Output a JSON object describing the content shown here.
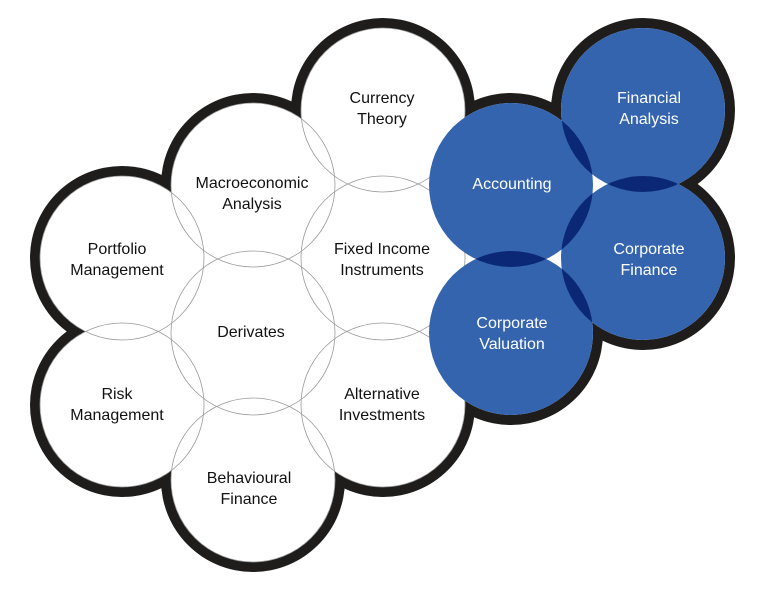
{
  "colors": {
    "border": "#1e1d1c",
    "blue": "#3464ae",
    "overlap": "#0b2a78",
    "white": "#ffffff"
  },
  "topics": {
    "currency_theory": [
      "Currency",
      "Theory"
    ],
    "macroeconomic_analysis": [
      "Macroeconomic",
      "Analysis"
    ],
    "portfolio_management": [
      "Portfolio",
      "Management"
    ],
    "fixed_income": [
      "Fixed Income",
      "Instruments"
    ],
    "derivates": [
      "Derivates"
    ],
    "risk_management": [
      "Risk",
      "Management"
    ],
    "alternative_investments": [
      "Alternative",
      "Investments"
    ],
    "behavioural_finance": [
      "Behavioural",
      "Finance"
    ]
  },
  "highlighted": {
    "accounting": [
      "Accounting"
    ],
    "financial_analysis": [
      "Financial",
      "Analysis"
    ],
    "corporate_finance": [
      "Corporate",
      "Finance"
    ],
    "corporate_valuation": [
      "Corporate",
      "Valuation"
    ]
  }
}
